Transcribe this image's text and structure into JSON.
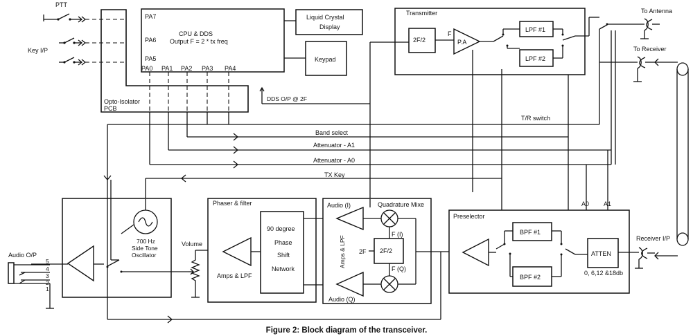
{
  "caption": "Figure 2: Block diagram of the transceiver.",
  "labels": {
    "ptt": "PTT",
    "key_ip": "Key I/P",
    "pa7": "PA7",
    "pa6": "PA6",
    "pa5": "PA5",
    "pa0": "PA0",
    "pa1": "PA1",
    "pa2": "PA2",
    "pa3": "PA3",
    "pa4": "PA4",
    "cpu_line1": "CPU & DDS",
    "cpu_line2": "Output F = 2 * tx freq",
    "lcd_line1": "Liquid Crystal",
    "lcd_line2": "Display",
    "keypad": "Keypad",
    "opto_line1": "Opto-Isolator",
    "opto_line2": "PCB",
    "dds_out": "DDS O/P @ 2F",
    "transmitter": "Transmitter",
    "div_2f2": "2F/2",
    "f": "F",
    "pa": "P.A",
    "lpf1": "LPF #1",
    "lpf2": "LPF #2",
    "to_antenna": "To Antenna",
    "to_receiver": "To Receiver",
    "tr_switch": "T/R switch",
    "band_select": "Band select",
    "atten_a1": "Attenuator - A1",
    "atten_a0": "Attenuator - A0",
    "tx_key": "TX Key",
    "osc_line1": "700 Hz",
    "osc_line2": "Side Tone",
    "osc_line3": "Oscillator",
    "volume": "Volume",
    "audio_op": "Audio O/P",
    "jack_pins": [
      "5",
      "4",
      "3",
      "2",
      "1"
    ],
    "phaser_filter": "Phaser & filter",
    "amps_lpf": "Amps & LPF",
    "ps_line1": "90 degree",
    "ps_line2": "Phase",
    "ps_line3": "Shift",
    "ps_line4": "Network",
    "quad_mixer": "Quadrature Mixe",
    "audio_i": "Audio (I)",
    "audio_q": "Audio (Q)",
    "amps_lpf_vert": "Amps & LPF",
    "f_i": "F (I)",
    "f_q": "F (Q)",
    "two_f": "2F",
    "div_2f2_b": "2F/2",
    "preselector": "Preselector",
    "bpf1": "BPF #1",
    "bpf2": "BPF #2",
    "atten": "ATTEN",
    "atten_values": "0, 6,12 &18db",
    "a0": "A0",
    "a1": "A1",
    "receiver_ip": "Receiver I/P"
  }
}
